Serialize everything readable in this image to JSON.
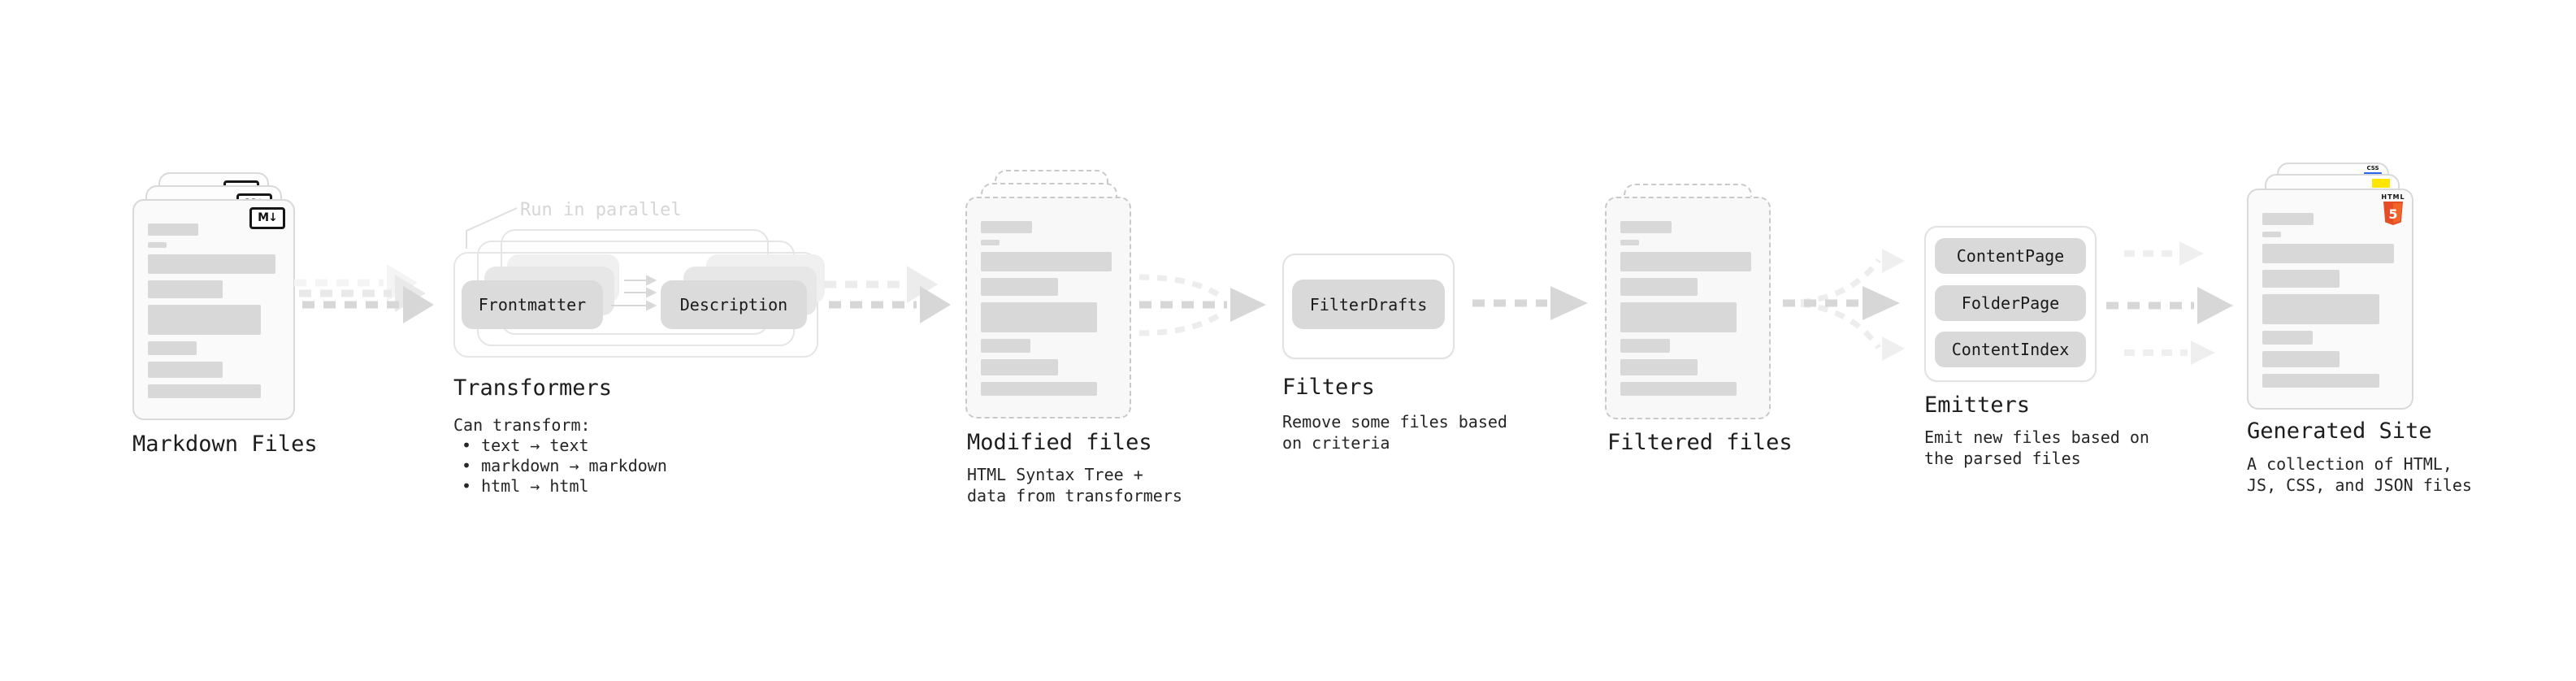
{
  "stages": {
    "markdown": {
      "label": "Markdown Files",
      "badge": "M↓"
    },
    "transformers": {
      "label": "Transformers",
      "note": "Run in parallel",
      "pill_left": "Frontmatter",
      "pill_right": "Description",
      "desc_title": "Can transform:",
      "bullets": [
        "text → text",
        "markdown → markdown",
        "html → html"
      ]
    },
    "modified": {
      "label": "Modified files",
      "desc": [
        "HTML Syntax Tree +",
        "data from transformers"
      ]
    },
    "filters": {
      "label": "Filters",
      "pill": "FilterDrafts",
      "desc": [
        "Remove some files based",
        "on criteria"
      ]
    },
    "filtered": {
      "label": "Filtered files"
    },
    "emitters": {
      "label": "Emitters",
      "pills": [
        "ContentPage",
        "FolderPage",
        "ContentIndex"
      ],
      "desc": [
        "Emit new files based on",
        "the parsed files"
      ]
    },
    "generated": {
      "label": "Generated Site",
      "badges": {
        "css": "CSS",
        "html": "HTML",
        "html5_number": "5"
      },
      "desc": [
        "A collection of HTML,",
        "JS, CSS, and JSON files"
      ]
    }
  },
  "colors": {
    "accent_css_blue": "#2965f1",
    "accent_js_yellow": "#ffe500",
    "accent_html_orange": "#e44d26",
    "text": "#1d1d1d",
    "muted_note": "#d6d6d6",
    "arrow_gray": "#d7d7d7"
  }
}
